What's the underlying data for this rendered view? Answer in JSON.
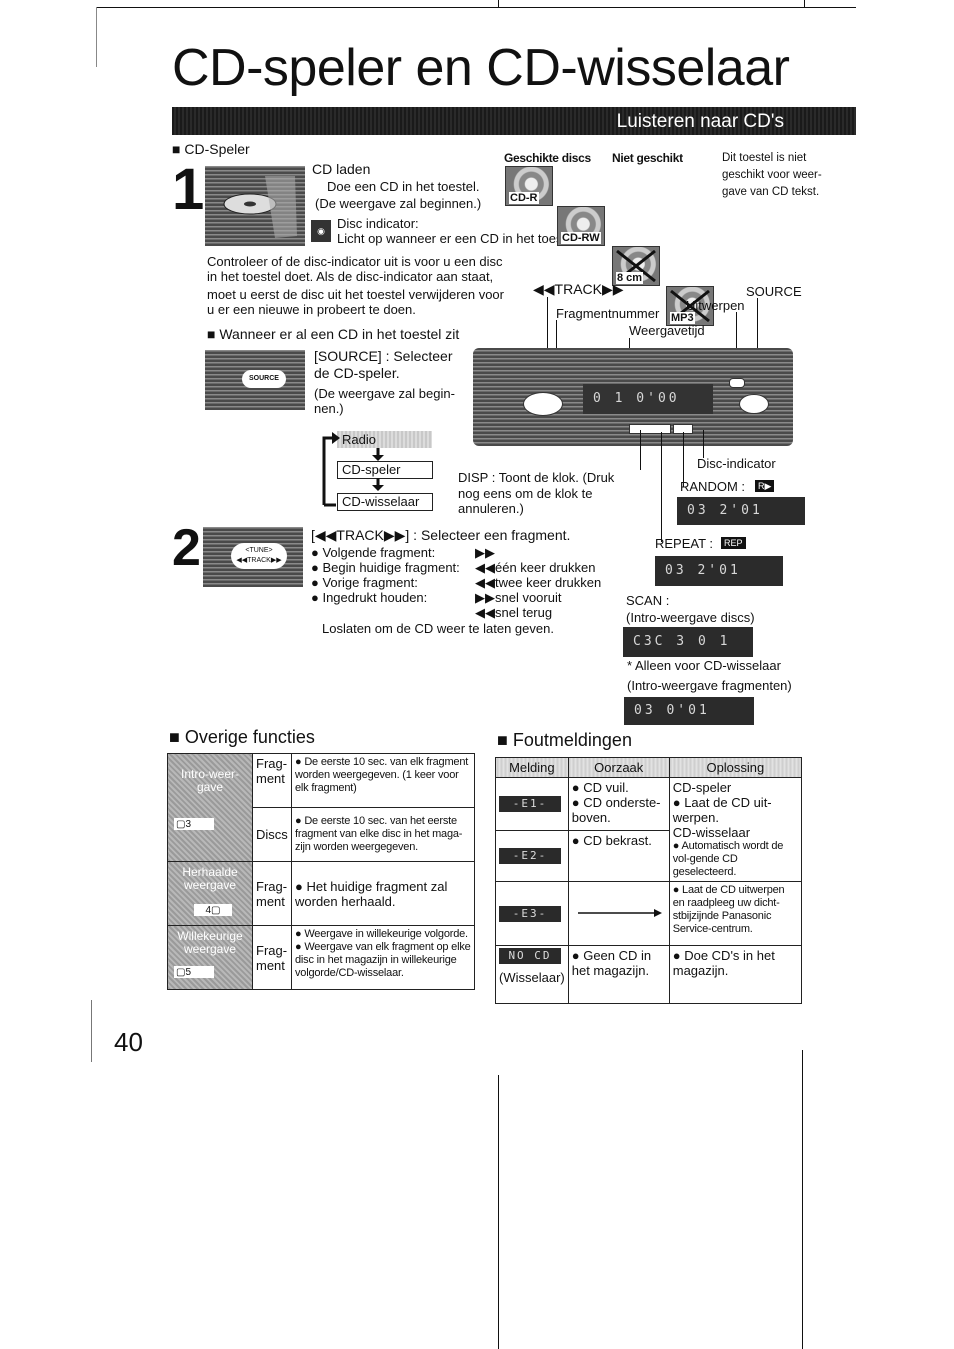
{
  "page_title": "CD-speler en CD-wisselaar",
  "section_bar": "Luisteren naar CD's",
  "cd_player_heading": "CD-Speler",
  "step1": {
    "number": "1",
    "title": "CD laden",
    "line1": "Doe een CD in het toestel.",
    "line2": "(De weergave zal beginnen.)",
    "disc_indicator_label": "Disc indicator:",
    "disc_indicator_text": "Licht op wanneer er een CD in het toestel zit.",
    "control_text": [
      "Controleer of de disc-indicator uit is voor u een disc",
      "in het toestel doet. Als de disc-indicator aan staat,",
      "moet u eerst de disc uit het toestel verwijderen voor",
      "u er een nieuwe in probeert te doen."
    ]
  },
  "discs": {
    "suitable_label": "Geschikte discs",
    "unsuitable_label": "Niet geschikt",
    "items": [
      "CD-R",
      "CD-RW",
      "8 cm",
      "MP3"
    ],
    "note": [
      "Dit toestel is niet",
      "geschikt voor weer-",
      "gave van CD tekst."
    ]
  },
  "already_in": {
    "heading": "Wanneer er al een CD in het toestel zit",
    "button_label": "SOURCE",
    "text1": "[SOURCE] : Selecteer",
    "text2": "de CD-speler.",
    "text3": "(De weergave zal begin-",
    "text4": "nen.)",
    "flow": [
      "Radio",
      "CD-speler",
      "CD-wisselaar"
    ]
  },
  "diagram": {
    "track_label": "◀◀TRACK▶▶",
    "source_label": "SOURCE",
    "eject_label": "Uitwerpen",
    "fragment_label": "Fragmentnummer",
    "time_label": "Weergavetijd",
    "display_text": "0 1   0'00",
    "disp_text": [
      "DISP : Toont de klok. (Druk",
      "nog eens om de klok te",
      "annuleren.)"
    ],
    "disc_indicator": "Disc-indicator",
    "random_label": "RANDOM :",
    "random_badge": "R▶",
    "random_display": "03  2'01",
    "repeat_label": "REPEAT :",
    "repeat_badge": "REP",
    "repeat_display": "03  2'01",
    "scan_label": "SCAN :",
    "scan_sub": "(Intro-weergave discs)",
    "scan_display": "C3C 3 0 1",
    "note1": "* Alleen voor CD-wisselaar",
    "note2": "(Intro-weergave fragmenten)",
    "scan2_display": "03  0'01"
  },
  "step2": {
    "number": "2",
    "button_top": "<TUNE>",
    "button_bottom": "◀◀TRACK▶▶",
    "title": "[◀◀TRACK▶▶] : Selecteer een fragment.",
    "rows": [
      {
        "label": "Volgende fragment:",
        "action": "▶▶"
      },
      {
        "label": "Begin huidige fragment:",
        "action": "◀◀één keer drukken"
      },
      {
        "label": "Vorige fragment:",
        "action": "◀◀twee keer drukken"
      },
      {
        "label": "Ingedrukt houden:",
        "action": "▶▶snel vooruit"
      }
    ],
    "rewind": "◀◀snel terug",
    "release": "Loslaten om de CD weer te laten geven."
  },
  "other": {
    "heading": "Overige functies",
    "rows": [
      {
        "group": "Intro-weer-gave",
        "btn": "3",
        "type": "Frag-ment",
        "desc": "De eerste 10 sec. van elk fragment worden weergegeven. (1 keer voor elk fragment)"
      },
      {
        "group": "",
        "btn": "",
        "type": "Discs",
        "desc": "De eerste 10 sec. van het eerste fragment van elke disc in het maga-zijn worden weergegeven."
      },
      {
        "group": "Herhaalde weergave",
        "btn": "4",
        "type": "Frag-ment",
        "desc": "Het huidige fragment zal worden herhaald."
      },
      {
        "group": "Willekeurige weergave",
        "btn": "5",
        "type": "Frag-ment",
        "desc1": "Weergave in willekeurige volgorde.",
        "desc2": "Weergave van elk fragment op elke disc in het magazijn in willekeurige volgorde/CD-wisselaar."
      }
    ]
  },
  "errors": {
    "heading": "Foutmeldingen",
    "headers": [
      "Melding",
      "Oorzaak",
      "Oplossing"
    ],
    "rows": [
      {
        "code": "-E1-",
        "cause": [
          "CD vuil.",
          "CD onderste-boven."
        ],
        "solution_title1": "CD-speler",
        "solution1": "Laat de CD uit-werpen.",
        "solution_title2": "CD-wisselaar",
        "solution2": "Automatisch wordt de vol-gende CD geselecteerd."
      },
      {
        "code": "-E2-",
        "cause": [
          "CD bekrast."
        ]
      },
      {
        "code": "-E3-",
        "cause": [],
        "solution": "Laat de CD uitwerpen en raadpleeg uw dicht-stbijzijnde Panasonic Service-centrum."
      },
      {
        "code": "NO CD",
        "sub": "(Wisselaar)",
        "cause": [
          "Geen CD in het magazijn."
        ],
        "solution": "Doe CD's in het magazijn."
      }
    ]
  },
  "page_number": "40"
}
